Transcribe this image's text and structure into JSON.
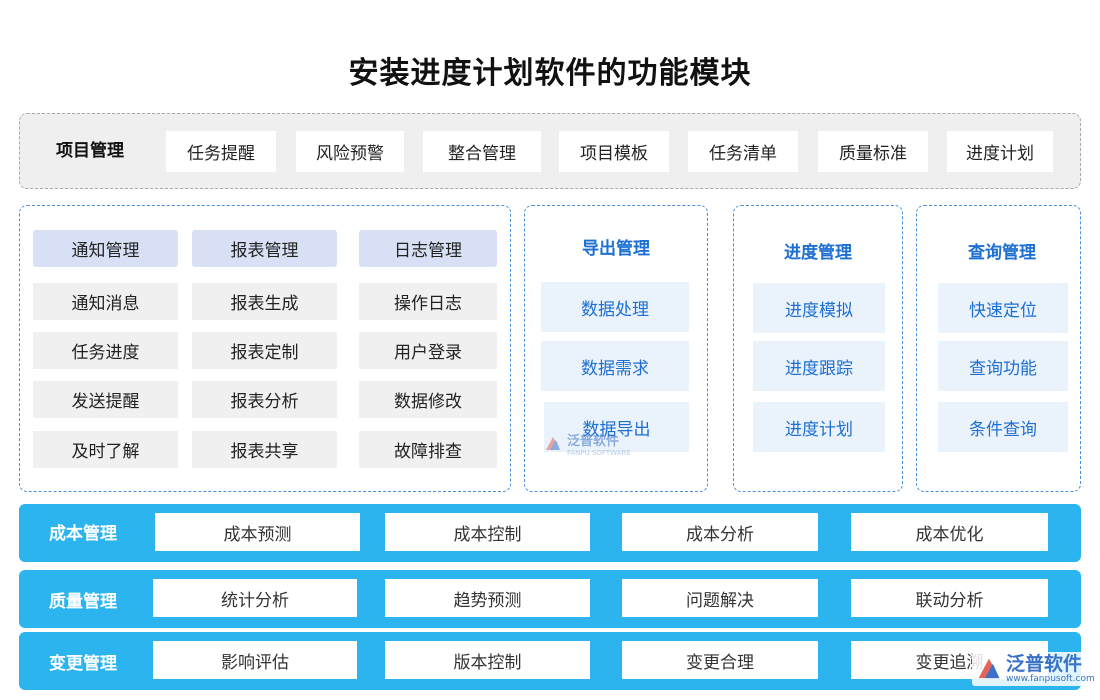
{
  "title": "安装进度计划软件的功能模块",
  "project": {
    "head": "项目管理",
    "items": [
      "任务提醒",
      "风险预警",
      "整合管理",
      "项目模板",
      "任务清单",
      "质量标准",
      "进度计划"
    ]
  },
  "left_group": {
    "columns": [
      {
        "head": "通知管理",
        "items": [
          "通知消息",
          "任务进度",
          "发送提醒",
          "及时了解"
        ]
      },
      {
        "head": "报表管理",
        "items": [
          "报表生成",
          "报表定制",
          "报表分析",
          "报表共享"
        ]
      },
      {
        "head": "日志管理",
        "items": [
          "操作日志",
          "用户登录",
          "数据修改",
          "故障排查"
        ]
      }
    ]
  },
  "export": {
    "head": "导出管理",
    "items": [
      "数据处理",
      "数据需求",
      "数据导出"
    ]
  },
  "progress": {
    "head": "进度管理",
    "items": [
      "进度模拟",
      "进度跟踪",
      "进度计划"
    ]
  },
  "query": {
    "head": "查询管理",
    "items": [
      "快速定位",
      "查询功能",
      "条件查询"
    ]
  },
  "bars": [
    {
      "head": "成本管理",
      "items": [
        "成本预测",
        "成本控制",
        "成本分析",
        "成本优化"
      ]
    },
    {
      "head": "质量管理",
      "items": [
        "统计分析",
        "趋势预测",
        "问题解决",
        "联动分析"
      ]
    },
    {
      "head": "变更管理",
      "items": [
        "影响评估",
        "版本控制",
        "变更合理",
        "变更追溯"
      ]
    }
  ],
  "watermark": {
    "brand": "泛普软件",
    "sub": "FANPU SOFTWARE",
    "url": "www.fanpusoft.com"
  },
  "colors": {
    "accent": "#1d6fd3",
    "bar": "#2bb4ee",
    "lavender": "#d7e0f5"
  }
}
